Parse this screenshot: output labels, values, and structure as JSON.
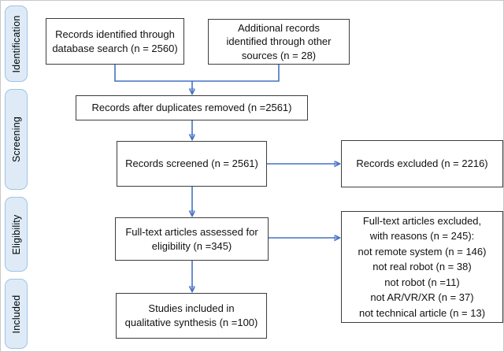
{
  "figure": {
    "type": "prisma-flow-diagram",
    "stages": [
      {
        "id": "identification",
        "label": "Identification"
      },
      {
        "id": "screening",
        "label": "Screening"
      },
      {
        "id": "eligibility",
        "label": "Eligibility"
      },
      {
        "id": "included",
        "label": "Included"
      }
    ],
    "boxes": {
      "records_identified": {
        "text": "Records identified through\ndatabase search (n = 2560)",
        "n": 2560
      },
      "additional_records": {
        "text": "Additional records\nidentified through other\nsources (n = 28)",
        "n": 28
      },
      "after_duplicates": {
        "text": "Records after duplicates removed (n =2561)",
        "n": 2561
      },
      "records_screened": {
        "text": "Records screened (n = 2561)",
        "n": 2561
      },
      "records_excluded": {
        "text": "Records excluded (n = 2216)",
        "n": 2216
      },
      "fulltext_assessed": {
        "text": "Full-text articles assessed for\neligibility (n =345)",
        "n": 345
      },
      "fulltext_excluded": {
        "text": "Full-text articles excluded,\nwith reasons (n = 245):\nnot remote system (n = 146)\nnot real robot (n = 38)\nnot robot (n =11)\nnot AR/VR/XR (n = 37)\nnot technical article (n = 13)",
        "n": 245,
        "reasons": [
          {
            "label": "not remote system",
            "n": 146
          },
          {
            "label": "not real robot",
            "n": 38
          },
          {
            "label": "not robot",
            "n": 11
          },
          {
            "label": "not AR/VR/XR",
            "n": 37
          },
          {
            "label": "not technical article",
            "n": 13
          }
        ]
      },
      "studies_included": {
        "text": "Studies included in\nqualitative synthesis (n =100)",
        "n": 100
      }
    },
    "colors": {
      "arrow": "#4472C4",
      "node_border": "#3D3D3D",
      "stage_fill": "#DEEBF7",
      "stage_border": "#9DC3E6",
      "text": "#111111",
      "background": "#FFFFFF"
    }
  }
}
